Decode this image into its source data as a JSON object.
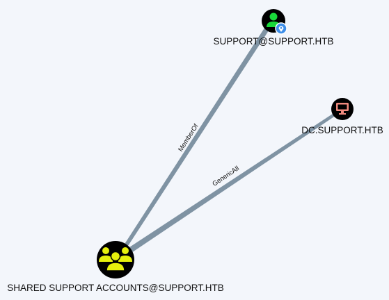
{
  "colors": {
    "background": "#f3f6fb",
    "edge": "#7f93a3",
    "node_fill": "#000000",
    "group_icon": "#e6f00d",
    "user_icon": "#19d83a",
    "computer_icon": "#f08a7e",
    "owned_badge": "#3d8ee8"
  },
  "nodes": {
    "user": {
      "label": "SUPPORT@SUPPORT.HTB",
      "type": "User",
      "icon": "user-icon",
      "badge": "map-marker-icon"
    },
    "computer": {
      "label": "DC.SUPPORT.HTB",
      "type": "Computer",
      "icon": "desktop-icon"
    },
    "group": {
      "label": "SHARED SUPPORT ACCOUNTS@SUPPORT.HTB",
      "type": "Group",
      "icon": "users-icon"
    }
  },
  "edges": {
    "member_of": {
      "label": "MemberOf"
    },
    "generic_all": {
      "label": "GenericAll"
    }
  }
}
